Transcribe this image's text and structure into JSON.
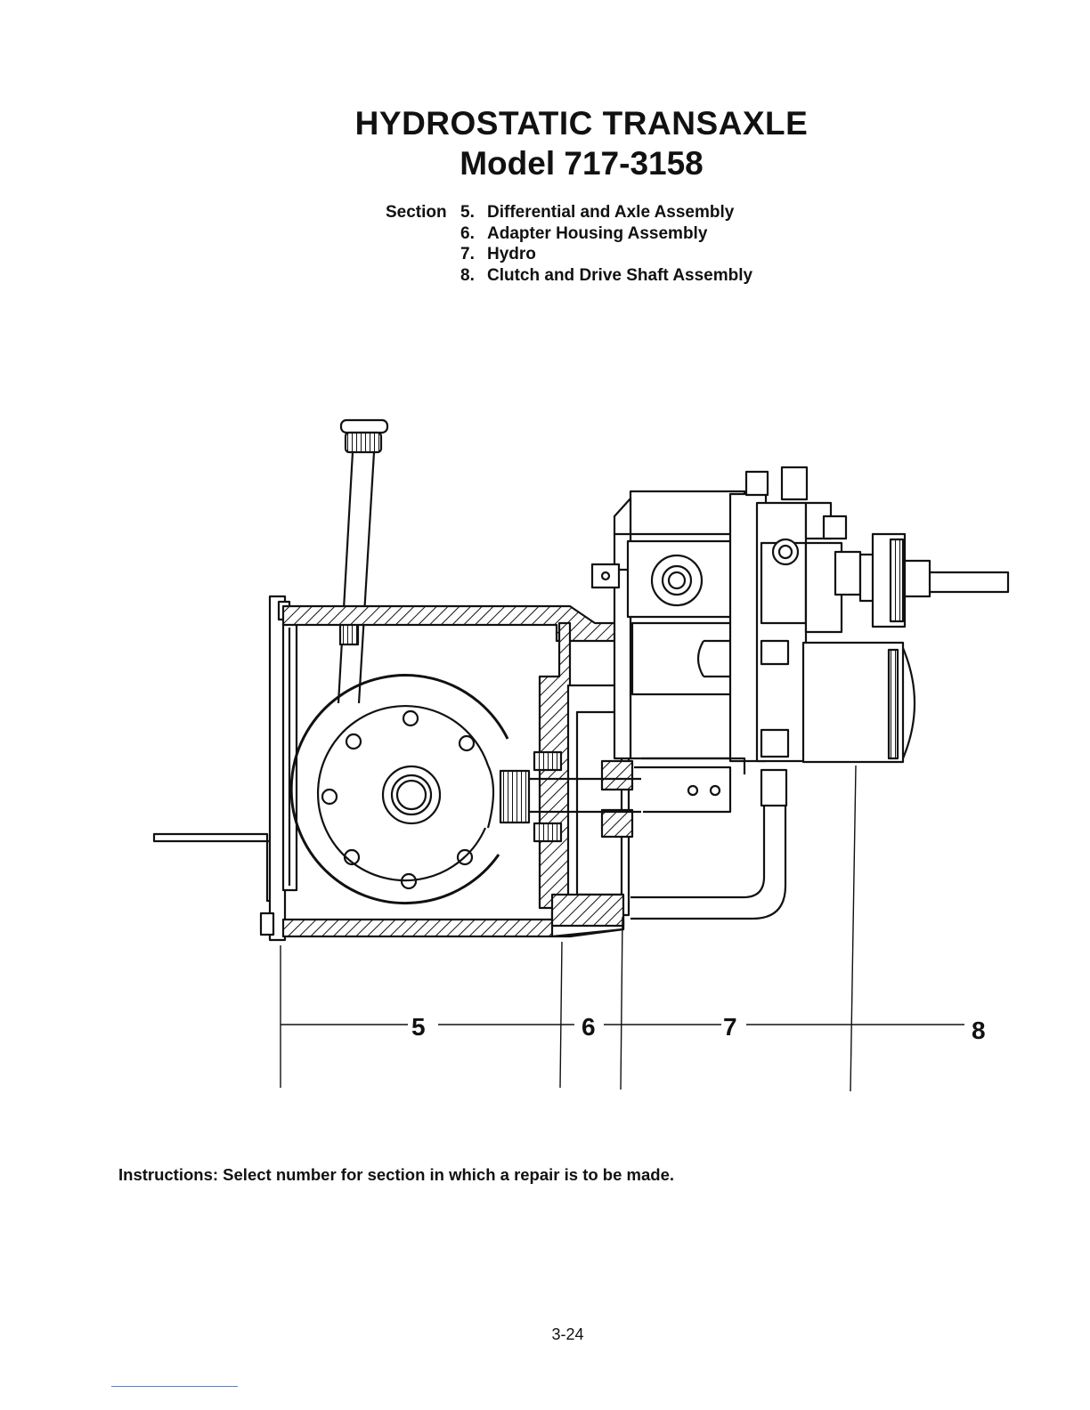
{
  "title": "HYDROSTATIC TRANSAXLE",
  "model": "Model 717-3158",
  "section_prefix": "Section",
  "sections": [
    {
      "num": "5.",
      "label": "Differential and Axle Assembly"
    },
    {
      "num": "6.",
      "label": "Adapter Housing Assembly"
    },
    {
      "num": "7.",
      "label": "Hydro"
    },
    {
      "num": "8.",
      "label": "Clutch and Drive Shaft Assembly"
    }
  ],
  "callouts": [
    "5",
    "6",
    "7",
    "8"
  ],
  "instructions": "Instructions: Select number for section in which a repair is to be made.",
  "page_number": "3-24"
}
